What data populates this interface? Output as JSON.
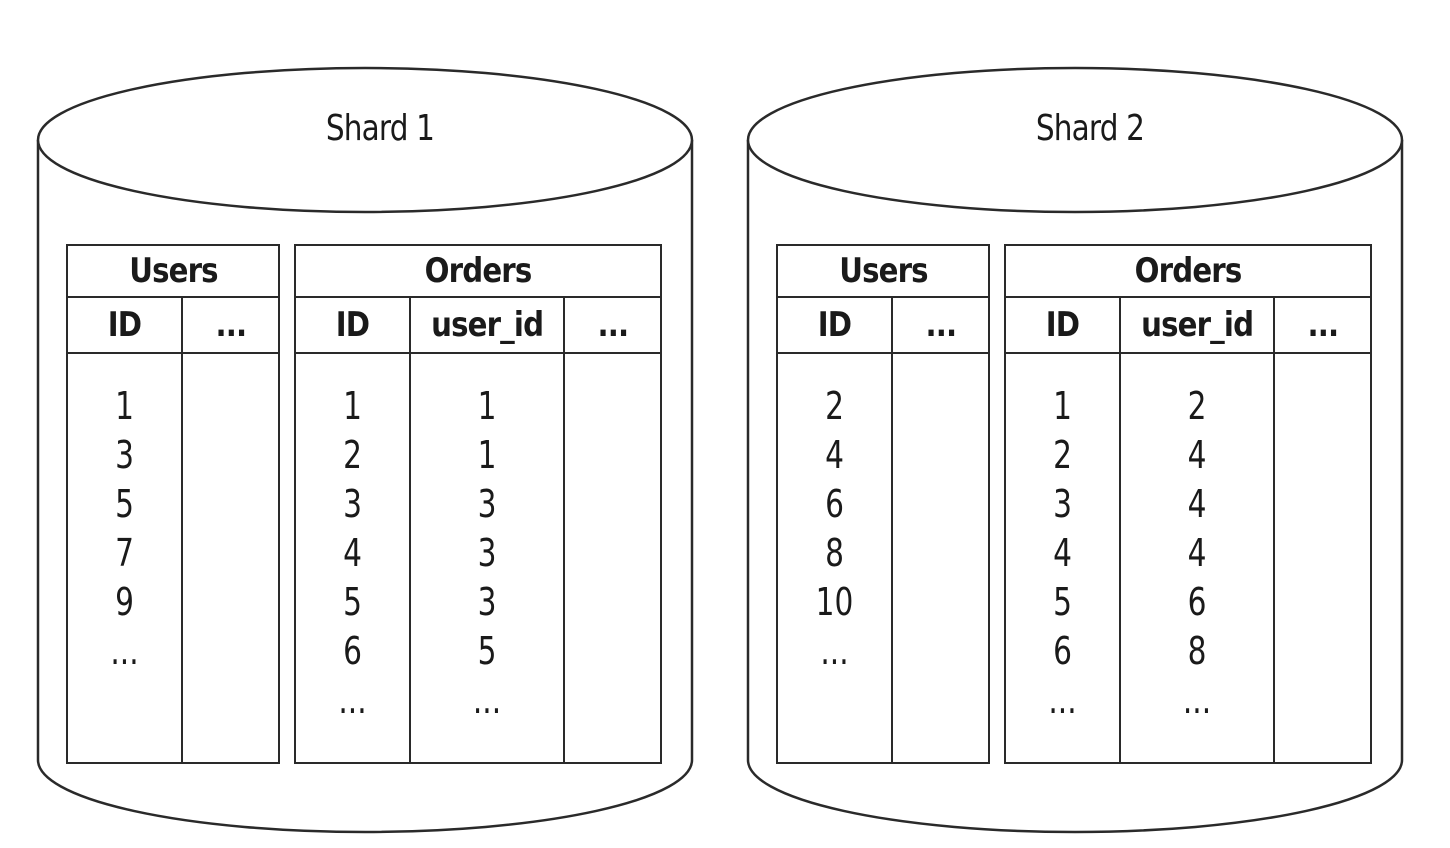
{
  "shards": [
    {
      "title": "Shard 1",
      "users": {
        "caption": "Users",
        "columns": [
          "ID",
          "..."
        ],
        "id_values": [
          "1",
          "3",
          "5",
          "7",
          "9",
          "..."
        ]
      },
      "orders": {
        "caption": "Orders",
        "columns": [
          "ID",
          "user_id",
          "..."
        ],
        "id_values": [
          "1",
          "2",
          "3",
          "4",
          "5",
          "6",
          "..."
        ],
        "user_id_values": [
          "1",
          "1",
          "3",
          "3",
          "3",
          "5",
          "..."
        ]
      }
    },
    {
      "title": "Shard 2",
      "users": {
        "caption": "Users",
        "columns": [
          "ID",
          "..."
        ],
        "id_values": [
          "2",
          "4",
          "6",
          "8",
          "10",
          "..."
        ]
      },
      "orders": {
        "caption": "Orders",
        "columns": [
          "ID",
          "user_id",
          "..."
        ],
        "id_values": [
          "1",
          "2",
          "3",
          "4",
          "5",
          "6",
          "..."
        ],
        "user_id_values": [
          "2",
          "4",
          "4",
          "4",
          "6",
          "8",
          "..."
        ]
      }
    }
  ]
}
